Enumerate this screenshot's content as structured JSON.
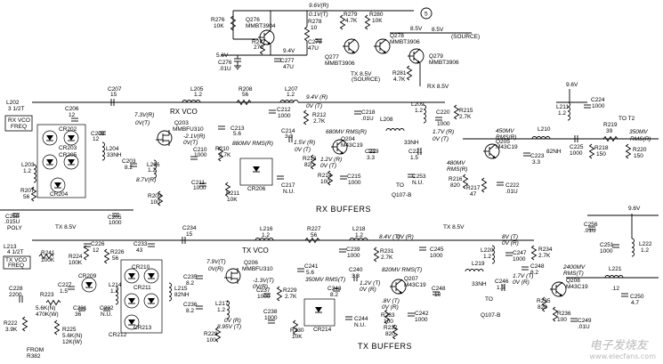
{
  "diagram": {
    "section_labels": {
      "rx_vco": "RX VCO",
      "tx_vco": "TX VCO",
      "rx_buffers": "RX BUFFERS",
      "tx_buffers": "TX BUFFERS"
    },
    "top_regulator": {
      "rail_9_6v_rv": "9.6V(R)",
      "rail_0_1v_t": "0.1V(T)",
      "r276": "R276",
      "r276_val": "10K",
      "q276": "Q276",
      "q276_part": "MMBT3904",
      "r279": "R279",
      "r279_val": "4.7K",
      "r280": "R280",
      "r280_val": "10K",
      "r277": "R277",
      "r277_val": "270",
      "r278": "R278",
      "r278_val": "10",
      "v9_4": "9.4V",
      "v5_6": "5.6V",
      "c276": "C276",
      "c276_val": ".01U",
      "c277": "C277",
      "c277_val": "47U",
      "c278": "C278",
      "c278_val": "47U",
      "q277": "Q277",
      "q277_part": "MMBT3906",
      "q278": "Q278",
      "q278_part": "MMBT3906",
      "q279": "Q279",
      "q279_part": "MMBT3906",
      "tx85_source": "TX 8.5V",
      "tx85_source_sub": "(SOURCE)",
      "v85": "8.5V",
      "v85_source": "8.5V",
      "v85_source_sub": "(SOURCE)",
      "r281": "R281",
      "r281_val": "4.7K",
      "rx85": "RX 8.5V",
      "circle_label": "5"
    },
    "rx_section": {
      "l202": "L202",
      "l202_val": "3 1/2T",
      "rx_vco_freq": "RX VCO",
      "rx_vco_freq2": "FREQ",
      "c207": "C207",
      "c207_val": "15",
      "c206": "C206",
      "c206_val": "12",
      "cr202": "CR202",
      "cr203": "CR203",
      "cr205": "CR205",
      "cr204": "CR204",
      "c208": "C208",
      "c208_val": "12",
      "l204": "L204",
      "l204_val": "33NH",
      "l203": "L203",
      "l203_val": "1.2",
      "r207": "R207",
      "r207_val": "56",
      "l205": "L205",
      "l205_val": "1.2",
      "r208": "R208",
      "r208_val": "56",
      "l207": "L207",
      "l207_val": "1.2",
      "q203": "Q203",
      "q203_part": "MMBFU310",
      "v7_3r": "7.3V(R)",
      "v2_1r": "-2.1V(R)",
      "v0t": "0V(T)",
      "c213": "C213",
      "c213_val": "5.6",
      "c203": "C203",
      "c203_val": "8.2",
      "l206": "L206",
      "l206_val": "1.2",
      "v8_7r": "8.7V(R)",
      "v0t2": "0V(T)",
      "c210": "C210",
      "c210_val": "1000",
      "r210": "R210",
      "r210_val": "2.7K",
      "c211": "C211",
      "c211_val": "1000",
      "r209": "R209",
      "r209_val": "100",
      "r211": "R211",
      "r211_val": "10K",
      "cr206": "CR206",
      "c217": "C217",
      "c217_val": "N.U.",
      "rms880": "880MV RMS(R)",
      "c212": "C212",
      "c212_val": "1000",
      "r212": "R212",
      "r212_val": "2.7K",
      "v9_4r": "9.4V (R)",
      "v0t3": "0V (T)",
      "c214": "C214",
      "c214_val": "3.3",
      "v1_5r": "1.5V (R)",
      "v0t4": "0V (T)",
      "r213": "R213",
      "r213_val": "820",
      "c215": "C215",
      "c215_val": "1000",
      "r214": "R214",
      "r214_val": "100",
      "c218": "C218",
      "c218_val": ".01U",
      "rms680": "680MV RMS(R)",
      "q204": "Q204",
      "q204_part": "M43C19",
      "v1_2r": "1.2V (R)",
      "v0t5": "0V (T)",
      "c219": "C219",
      "c219_val": "3.3",
      "l209": "L209",
      "l209_val": "1.2",
      "l208": "L208",
      "l208_val": "33NH",
      "c220": "C220",
      "c220_val": "1000",
      "r215": "R215",
      "r215_val": "2.7K",
      "c221": "C221",
      "c221_val": "1.5",
      "v1_7r": "1.7V (R)",
      "v0t6": "0V (T)",
      "c253": "C253",
      "c253_val": "N.U.",
      "to_q107": "TO",
      "to_q107b": "Q107-B",
      "rms480": "480MV",
      "rms480b": "RMS(R)",
      "r216": "R216",
      "r216_val": "820",
      "r217": "R217",
      "r217_val": "47",
      "c222": "C222",
      "c222_val": ".01U",
      "rms450": "450MV",
      "rms450b": "RMS(R)",
      "q205": "Q205",
      "q205_part": "M43C19",
      "c223": "C223",
      "c223_val": "3.3",
      "l210": "L210",
      "l210_val": "82NH",
      "c225": "C225",
      "c225_val": "1000",
      "r218": "R218",
      "r218_val": "150",
      "r219": "R219",
      "r219_val": "39",
      "r220": "R220",
      "r220_val": "150",
      "rms350": "350MV",
      "rms350b": "RMS(R)",
      "to_t2": "TO T2",
      "v9_6": "9.6V",
      "l211": "L211",
      "l211_val": "1.2",
      "c224": "C224",
      "c224_val": "1000",
      "c258": "C258",
      "c258_val": ".015U",
      "c258_sub": "POLY",
      "c205": "C205",
      "c205_val": "1000"
    },
    "tx_section": {
      "tx85": "TX 8.5V",
      "tx85b": "TX 8.5V",
      "l213": "L213",
      "l213_val": "4 1/2T",
      "tx_vco_freq": "TX VCO",
      "tx_vco_freq2": "FREQ",
      "c234": "C234",
      "c234_val": "15",
      "r241": "R241",
      "r241_val": "100K",
      "r224": "R224",
      "r224_val": "100K",
      "c226": "C226",
      "c226_val": "12",
      "r226": "R226",
      "r226_val": "56",
      "c233": "C233",
      "c233_val": "43",
      "cr210": "CR210",
      "cr209": "CR209",
      "cr211": "CR211",
      "cr212": "CR212",
      "cr213": "CR213",
      "l214": "L214",
      "l214_val": "1.2",
      "l215": "L215",
      "l215_val": "82NH",
      "c227": "C227",
      "c227_val": "1.5",
      "c228": "C228",
      "c228_val": "2200",
      "r223": "R223",
      "r223_val": "5.6K(N)",
      "r223_val2": "470K(W)",
      "c231": "C231",
      "c231_val": "36",
      "c232": "C232",
      "c232_val": "N.U.",
      "r222": "R222",
      "r222_val": "3.9K",
      "r225": "R225",
      "r225_val": "5.6K(N)",
      "r225_val2": "12K(W)",
      "from": "FROM",
      "from2": "R382",
      "l216": "L216",
      "l216_val": "1.2",
      "r227": "R227",
      "r227_val": "56",
      "l218": "L218",
      "l218_val": "1.2",
      "q206": "Q206",
      "q206_part": "MMBFU310",
      "v7_9t": "7.9V(T)",
      "v0r": "0V(R)",
      "v1_3t": "-1.3V(T)",
      "v0r2": "0V(R)",
      "c241": "C241",
      "c241_val": "5.6",
      "c235": "C235",
      "c235_val": "8.2",
      "c236": "C236",
      "c236_val": "8.2",
      "l217": "L217",
      "l217_val": "1.2",
      "v0r3": "0V (R)",
      "v8_95t": "8.95V (T)",
      "r228": "R228",
      "r228_val": "100",
      "c237": "C237",
      "c237_val": "1000",
      "r229": "R229",
      "r229_val": "2.7K",
      "c238": "C238",
      "c238_val": "1000",
      "r230": "R230",
      "r230_val": "10K",
      "cr214": "CR214",
      "c243": "C243",
      "c243_val": "8.2",
      "c244": "C244",
      "c244_val": "N.U.",
      "rms350t": "350MV RMS(T)",
      "c239": "C239",
      "c239_val": "1000",
      "r231": "R231",
      "r231_val": "2.7K",
      "v8_4t": "8.4V (T)",
      "v0r4": "0V (R)",
      "c240": "C240",
      "c240_val": "3.3",
      "v1_2t": "1.2V (T)",
      "v0r5": "0V (R)",
      "rms820": "820MV RMS(T)",
      "q207": "Q207",
      "q207_part": "M43C19",
      "c248": "C248",
      "c248_val": "10",
      "r233": "R233",
      "r233_val": "100",
      "c242": "C242",
      "c242_val": "1000",
      "r232": "R232",
      "r232_val": "820",
      "v0_8t": ".8V (T)",
      "v0r6": "0V (R)",
      "c245": "C245",
      "c245_val": "1000",
      "l220": "L220",
      "l220_val": "1.2",
      "v8t": "8V (T)",
      "v0r7": "0V (R)",
      "c247": "C247",
      "c247_val": "1000",
      "r234": "R234",
      "r234_val": "2.7K",
      "l219": "L219",
      "l219_val": "33NH",
      "c248b": "C248",
      "c248b_val": "8.2",
      "c246": "C246",
      "c246_val": "1.5",
      "v1_7t": "1.7V (T)",
      "v0r8": "0V (R)",
      "to_q107": "TO",
      "to_q107b": "Q107-B",
      "rms2400": "2400MV",
      "rms2400b": "RMS(T)",
      "q208": "Q208",
      "q208_part": "M43C19",
      "r235": "R235",
      "r235_val": "820",
      "r236": "R236",
      "r236_val": "100",
      "c249": "C249",
      "c249_val": ".01U",
      "v9_6": "9.6V",
      "c256": "C256",
      "c256_val": ".01U",
      "c251": "C251",
      "c251_val": "1000",
      "l222": "L222",
      "l222_val": "1.2",
      "l221": "L221",
      "l221_val": ".12",
      "c250": "C250",
      "c250_val": "4.7"
    },
    "watermark": {
      "logo": "电子发烧友",
      "url": "www.elecfans.com"
    }
  }
}
